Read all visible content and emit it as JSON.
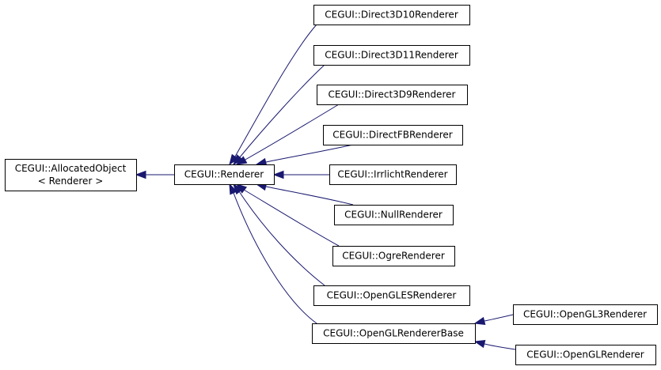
{
  "nodes": {
    "allocated": {
      "lines": [
        "CEGUI::AllocatedObject",
        "< Renderer >"
      ]
    },
    "renderer": {
      "lines": [
        "CEGUI::Renderer"
      ]
    },
    "d3d10": {
      "lines": [
        "CEGUI::Direct3D10Renderer"
      ]
    },
    "d3d11": {
      "lines": [
        "CEGUI::Direct3D11Renderer"
      ]
    },
    "d3d9": {
      "lines": [
        "CEGUI::Direct3D9Renderer"
      ]
    },
    "directfb": {
      "lines": [
        "CEGUI::DirectFBRenderer"
      ]
    },
    "irrlicht": {
      "lines": [
        "CEGUI::IrrlichtRenderer"
      ]
    },
    "null": {
      "lines": [
        "CEGUI::NullRenderer"
      ]
    },
    "ogre": {
      "lines": [
        "CEGUI::OgreRenderer"
      ]
    },
    "gles": {
      "lines": [
        "CEGUI::OpenGLESRenderer"
      ]
    },
    "glbase": {
      "lines": [
        "CEGUI::OpenGLRendererBase"
      ]
    },
    "gl3": {
      "lines": [
        "CEGUI::OpenGL3Renderer"
      ]
    },
    "gl": {
      "lines": [
        "CEGUI::OpenGLRenderer"
      ]
    }
  },
  "edges": [
    {
      "from": "renderer",
      "to": "allocated"
    },
    {
      "from": "d3d10",
      "to": "renderer"
    },
    {
      "from": "d3d11",
      "to": "renderer"
    },
    {
      "from": "d3d9",
      "to": "renderer"
    },
    {
      "from": "directfb",
      "to": "renderer"
    },
    {
      "from": "irrlicht",
      "to": "renderer"
    },
    {
      "from": "null",
      "to": "renderer"
    },
    {
      "from": "ogre",
      "to": "renderer"
    },
    {
      "from": "gles",
      "to": "renderer"
    },
    {
      "from": "glbase",
      "to": "renderer"
    },
    {
      "from": "gl3",
      "to": "glbase"
    },
    {
      "from": "gl",
      "to": "glbase"
    }
  ],
  "colors": {
    "edge": "#191970",
    "border": "#000000",
    "background": "#ffffff"
  }
}
